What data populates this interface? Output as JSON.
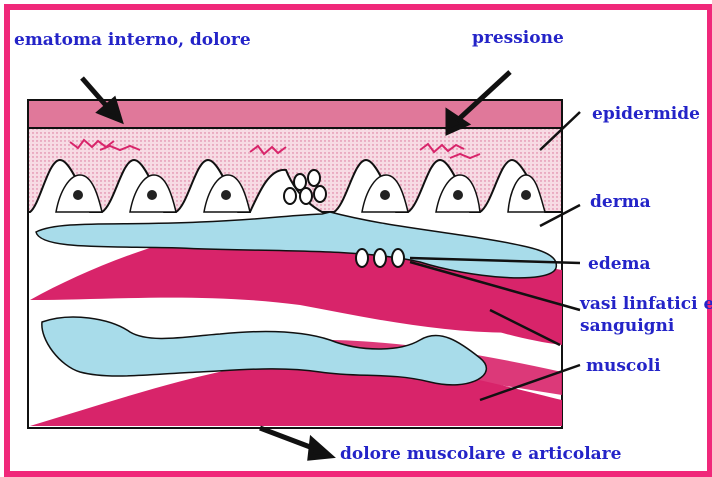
{
  "labels": {
    "ematoma": "ematoma interno, dolore",
    "pressione": "pressione",
    "epidermide": "epidermide",
    "derma": "derma",
    "edema": "edema",
    "vasi_line1": "vasi linfatici e",
    "vasi_line2": "sanguigni",
    "muscoli": "muscoli",
    "dolore": "dolore muscolare e articolare"
  },
  "colors": {
    "frame": "#f0287a",
    "epidermis": "#e0789a",
    "dermis_dots": "#f4c8d6",
    "muscle": "#d8246a",
    "edema": "#a8dcea",
    "text": "#2424c8",
    "line": "#111111"
  }
}
